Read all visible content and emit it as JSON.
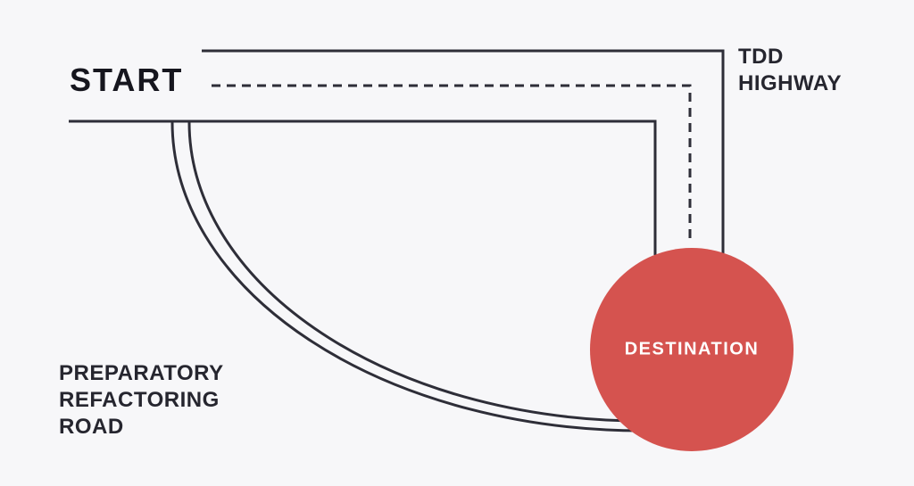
{
  "labels": {
    "start": "START",
    "tdd_highway": "TDD HIGHWAY",
    "preparatory_road": "PREPARATORY REFACTORING ROAD",
    "destination": "DESTINATION"
  },
  "colors": {
    "background": "#f7f7f9",
    "road_line": "#2e2e38",
    "label_text": "#26262f",
    "destination_circle": "#d5534f",
    "destination_text": "#ffffff"
  },
  "diagram": {
    "type": "road-metaphor",
    "nodes": [
      {
        "id": "start",
        "label": "START",
        "shape": "text"
      },
      {
        "id": "destination",
        "label": "DESTINATION",
        "shape": "circle"
      }
    ],
    "routes": [
      {
        "name": "TDD HIGHWAY",
        "from": "START",
        "to": "DESTINATION",
        "style": "straight two-edge highway with dashed center line, right-angle turn down into destination"
      },
      {
        "name": "PREPARATORY REFACTORING ROAD",
        "from": "START",
        "to": "DESTINATION",
        "style": "long curved two-edge road sweeping down and right into destination"
      }
    ]
  }
}
